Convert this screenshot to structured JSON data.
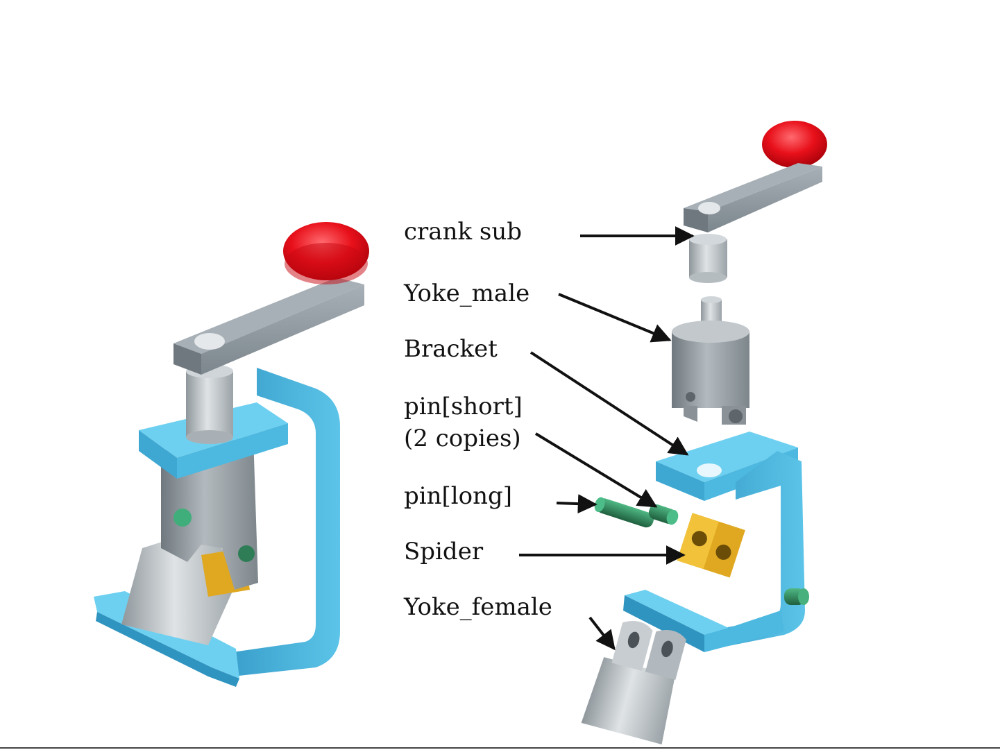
{
  "labels": {
    "crank_sub": "crank sub",
    "yoke_male": "Yoke_male",
    "bracket": "Bracket",
    "pin_short": "pin[short]",
    "pin_short_note": "(2 copies)",
    "pin_long": "pin[long]",
    "spider": "Spider",
    "yoke_female": "Yoke_female"
  },
  "colors": {
    "knob": "#e8101a",
    "crank_arm": "#8e989f",
    "bracket": "#5cc4e8",
    "yoke": "#b9bec2",
    "pin": "#2f8a5c",
    "spider": "#e0a820",
    "arrow": "#111111"
  },
  "icons": [
    "assembled-universal-joint",
    "exploded-universal-joint"
  ]
}
